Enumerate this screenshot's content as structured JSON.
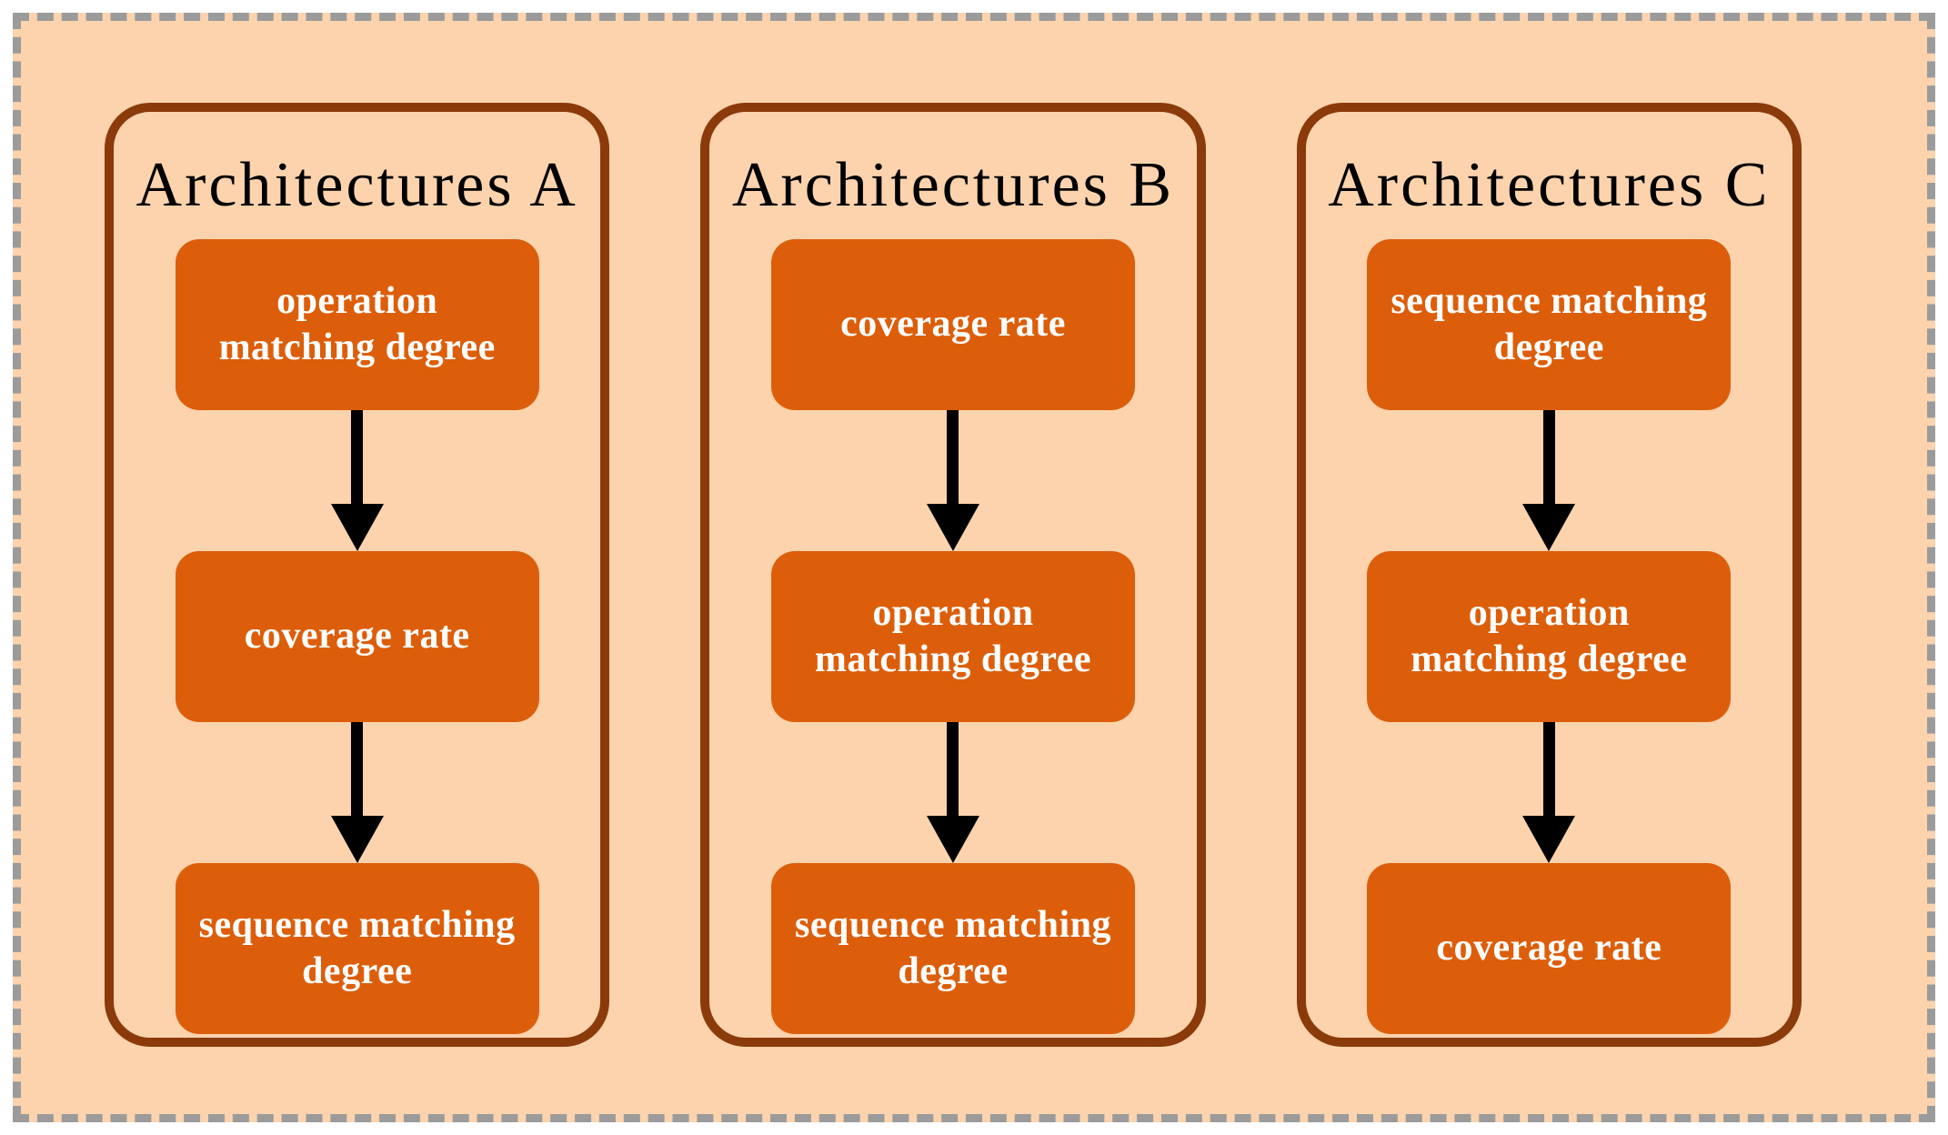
{
  "diagram": {
    "colors": {
      "background": "#FCD3AD",
      "outer_dashed_border": "#9B9B9B",
      "panel_border": "#8B3A0A",
      "node_fill": "#DD5E0A",
      "node_text": "#FFFFFF",
      "title_text": "#000000",
      "arrow": "#000000"
    },
    "panels": [
      {
        "title": "Architectures A",
        "nodes": [
          {
            "label": "operation matching degree",
            "lines": [
              "operation",
              "matching degree"
            ]
          },
          {
            "label": "coverage rate",
            "lines": [
              "coverage rate"
            ]
          },
          {
            "label": "sequence matching degree",
            "lines": [
              "sequence matching",
              "degree"
            ]
          }
        ]
      },
      {
        "title": "Architectures B",
        "nodes": [
          {
            "label": "coverage rate",
            "lines": [
              "coverage rate"
            ]
          },
          {
            "label": "operation matching degree",
            "lines": [
              "operation",
              "matching degree"
            ]
          },
          {
            "label": "sequence matching degree",
            "lines": [
              "sequence matching",
              "degree"
            ]
          }
        ]
      },
      {
        "title": "Architectures C",
        "nodes": [
          {
            "label": "sequence matching degree",
            "lines": [
              "sequence matching",
              "degree"
            ]
          },
          {
            "label": "operation matching degree",
            "lines": [
              "operation",
              "matching degree"
            ]
          },
          {
            "label": "coverage rate",
            "lines": [
              "coverage rate"
            ]
          }
        ]
      }
    ]
  }
}
